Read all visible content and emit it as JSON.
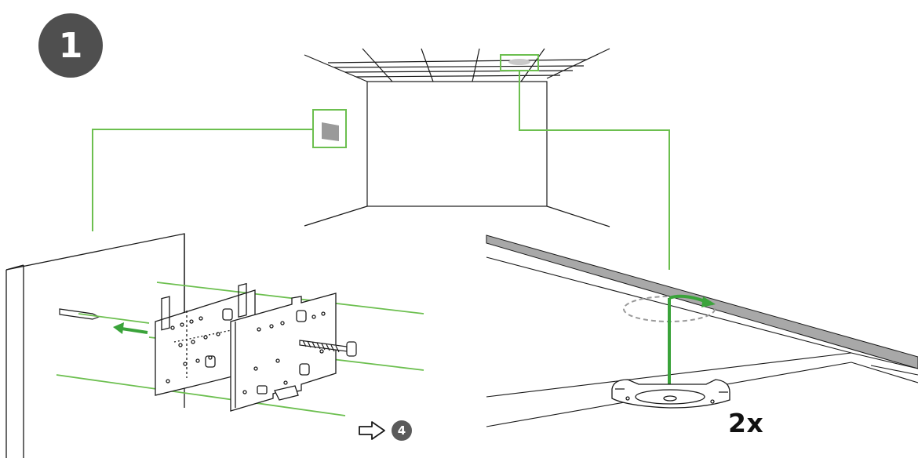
{
  "step": {
    "number": "1"
  },
  "reference": {
    "step": "4"
  },
  "quantity": {
    "label": "2x"
  },
  "colors": {
    "callout_green": "#6cbf4f",
    "arrow_green": "#3aa33a",
    "badge_gray": "#4f4f4f",
    "line": "#1a1a1a",
    "ceiling_edge": "#a8a8a8"
  },
  "icons": {
    "reference_arrow": "outline-arrow-right-icon",
    "rotation_arrow": "curved-arrow-icon"
  }
}
